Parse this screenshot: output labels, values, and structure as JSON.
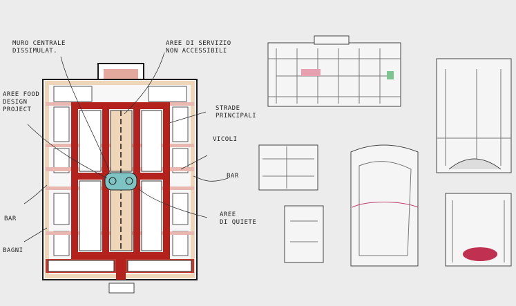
{
  "annotations": {
    "muro_centrale": "MURO CENTRALE\nDISSIMULAT.",
    "aree_servizio": "AREE DI SERVIZIO\nNON ACCESSIBILI",
    "aree_food": "AREE FOOD\nDESIGN\nPROJECT",
    "strade_principali": "STRADE\nPRINCIPALI",
    "vicoli": "VICOLI",
    "bar_right": "BAR",
    "bar_left": "BAR",
    "bagni": "BAGNI",
    "aree_quiete": "AREE\nDI QUIETE"
  },
  "colors": {
    "red": "#b3221c",
    "pink": "#e8b8b0",
    "tan": "#f0d6b8",
    "teal": "#7fc4c4",
    "ink": "#1a1a1a"
  }
}
